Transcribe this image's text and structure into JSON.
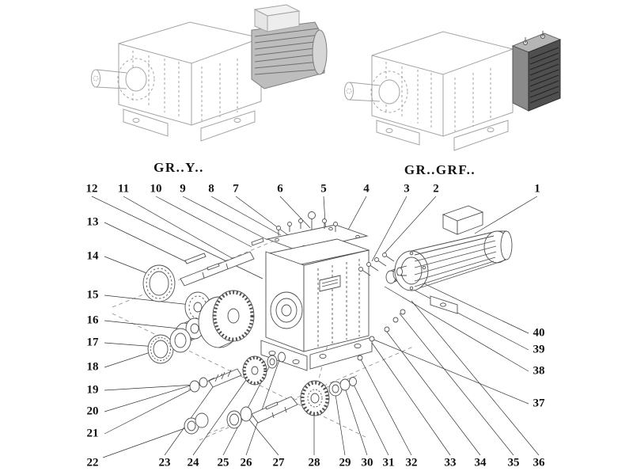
{
  "diagram": {
    "variant_labels": {
      "left": "GR..Y..",
      "right": "GR..GRF.."
    },
    "callouts": {
      "top_row": [
        "12",
        "11",
        "10",
        "9",
        "8",
        "7",
        "6",
        "5",
        "4",
        "3",
        "2",
        "1"
      ],
      "left_column": [
        "13",
        "14",
        "15",
        "16",
        "17",
        "18",
        "19",
        "20",
        "21",
        "22"
      ],
      "bottom_row": [
        "23",
        "24",
        "25",
        "26",
        "27",
        "28",
        "29",
        "30",
        "31",
        "32",
        "33",
        "34",
        "35",
        "36"
      ],
      "right_column": [
        "40",
        "39",
        "38",
        "37"
      ]
    }
  },
  "colors": {
    "background": "#ffffff",
    "line_art_light": "#a3a3a3",
    "line_art_dark": "#4f4f4f",
    "leader_line": "#333333",
    "text": "#111111"
  }
}
